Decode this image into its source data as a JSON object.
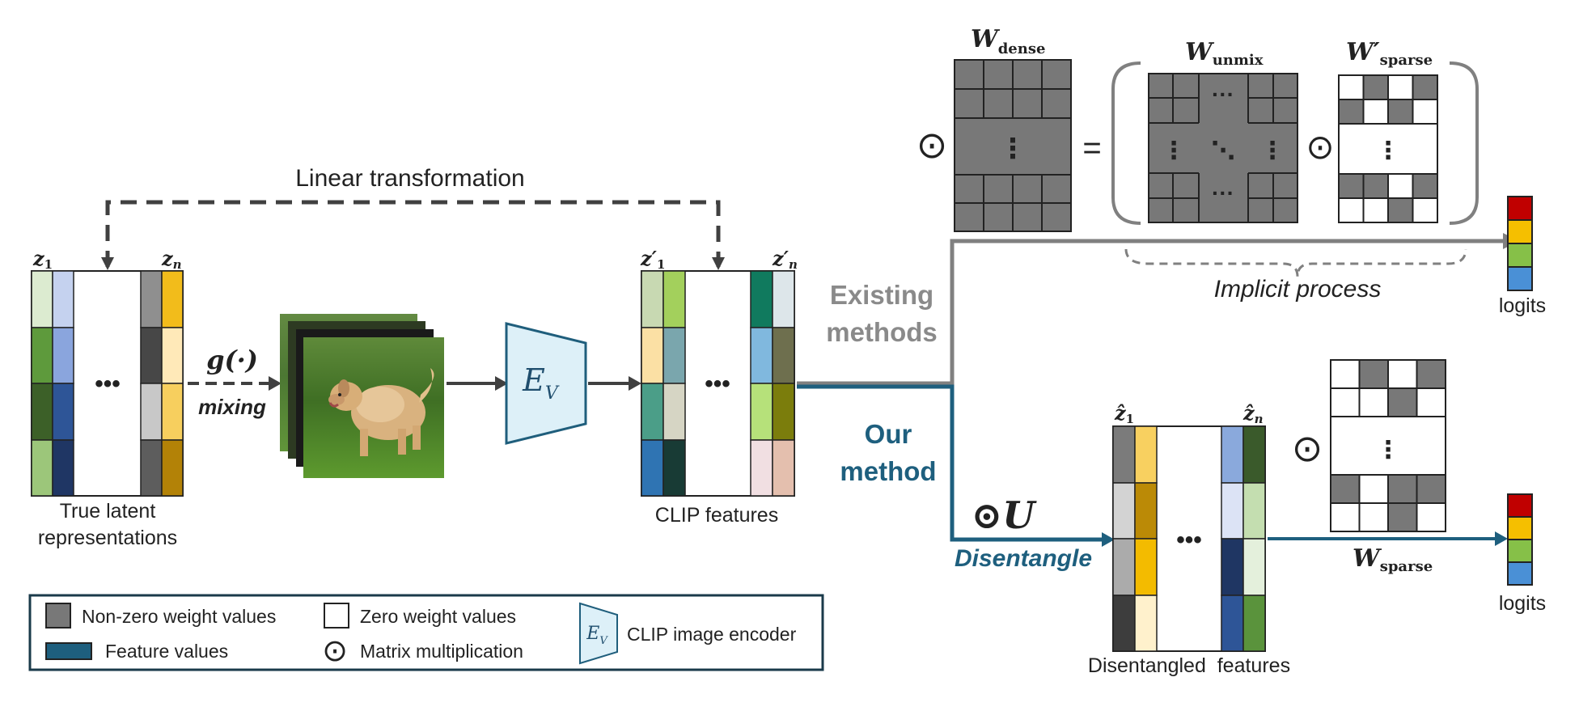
{
  "labels": {
    "linear_transformation": "Linear transformation",
    "z1": "z",
    "z1_sub": "1",
    "zn": "z",
    "zn_sub": "n",
    "zp1": "z′",
    "zp1_sub": "1",
    "zpn": "z′",
    "zpn_sub": "n",
    "zh1": "ẑ",
    "zh1_sub": "1",
    "zhn": "ẑ",
    "zhn_sub": "n",
    "g_func": "g(·)",
    "mixing": "mixing",
    "encoder": "E",
    "encoder_sub": "V",
    "true_latent_line1": "True latent",
    "true_latent_line2": "representations",
    "clip_features": "CLIP features",
    "existing_line1": "Existing",
    "existing_line2": "methods",
    "our_line1": "Our",
    "our_line2": "method",
    "odot_u": "⊙U",
    "disentangle": "Disentangle",
    "disentangled_features": "Disentangled  features",
    "implicit_process": "Implicit process",
    "logits_top": "logits",
    "logits_bottom": "logits",
    "w_dense": "W",
    "w_dense_sub": "dense",
    "w_unmix": "W",
    "w_unmix_sub": "unmix",
    "w_sparse_prime": "W′",
    "w_sparse_prime_sub": "sparse",
    "w_sparse": "W",
    "w_sparse_sub": "sparse",
    "odot": "⊙",
    "equals": "=",
    "dots": "•••",
    "vdots": "⋮",
    "ddots": "⋱",
    "hdots": "···"
  },
  "legend": {
    "nonzero": "Non-zero weight values",
    "zero": "Zero weight values",
    "encoder": "CLIP image encoder",
    "feature": "Feature values",
    "matmul": "Matrix multiplication"
  },
  "colors": {
    "gray_weight": "#7a7a7a",
    "feature_blue": "#1e5f7e",
    "existing_gray": "#808080",
    "encoder_fill": "#ddf0f8",
    "encoder_stroke": "#1f5e7c",
    "logit_red": "#c00000",
    "logit_yellow": "#f5bf00",
    "logit_green": "#86c048",
    "logit_blue": "#4a90d6"
  }
}
